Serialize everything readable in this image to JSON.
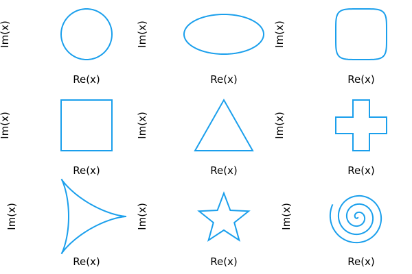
{
  "chart_data": [
    {
      "type": "line",
      "shape": "circle",
      "xlabel": "Re(x)",
      "ylabel": "Im(x)"
    },
    {
      "type": "line",
      "shape": "ellipse",
      "xlabel": "Re(x)",
      "ylabel": "Im(x)"
    },
    {
      "type": "line",
      "shape": "superellipse",
      "xlabel": "Re(x)",
      "ylabel": "Im(x)"
    },
    {
      "type": "line",
      "shape": "square",
      "xlabel": "Re(x)",
      "ylabel": "Im(x)"
    },
    {
      "type": "line",
      "shape": "triangle",
      "xlabel": "Re(x)",
      "ylabel": "Im(x)"
    },
    {
      "type": "line",
      "shape": "cross",
      "xlabel": "Re(x)",
      "ylabel": "Im(x)"
    },
    {
      "type": "line",
      "shape": "deltoid",
      "xlabel": "Re(x)",
      "ylabel": "Im(x)"
    },
    {
      "type": "line",
      "shape": "star",
      "xlabel": "Re(x)",
      "ylabel": "Im(x)"
    },
    {
      "type": "line",
      "shape": "spiral",
      "xlabel": "Re(x)",
      "ylabel": "Im(x)"
    }
  ],
  "colors": {
    "line": "#1a9fec",
    "text": "#000000",
    "background": "#ffffff"
  }
}
